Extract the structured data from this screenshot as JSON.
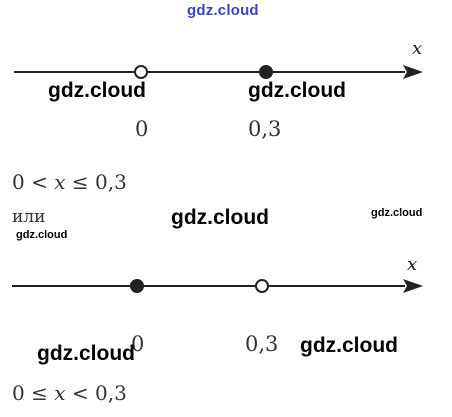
{
  "watermark": {
    "top": "gdz.cloud",
    "text": "gdz.cloud"
  },
  "axis_variable": "x",
  "line1": {
    "left_point": {
      "label": "0",
      "filled": false
    },
    "right_point": {
      "label": "0,3",
      "filled": true
    },
    "inequality": {
      "a": "0",
      "op1": "<",
      "var": "x",
      "op2": "≤",
      "b": "0,3"
    }
  },
  "separator": "или",
  "line2": {
    "left_point": {
      "label": "0",
      "filled": true
    },
    "right_point": {
      "label": "0,3",
      "filled": false
    },
    "inequality": {
      "a": "0",
      "op1": "≤",
      "var": "x",
      "op2": "<",
      "b": "0,3"
    }
  }
}
